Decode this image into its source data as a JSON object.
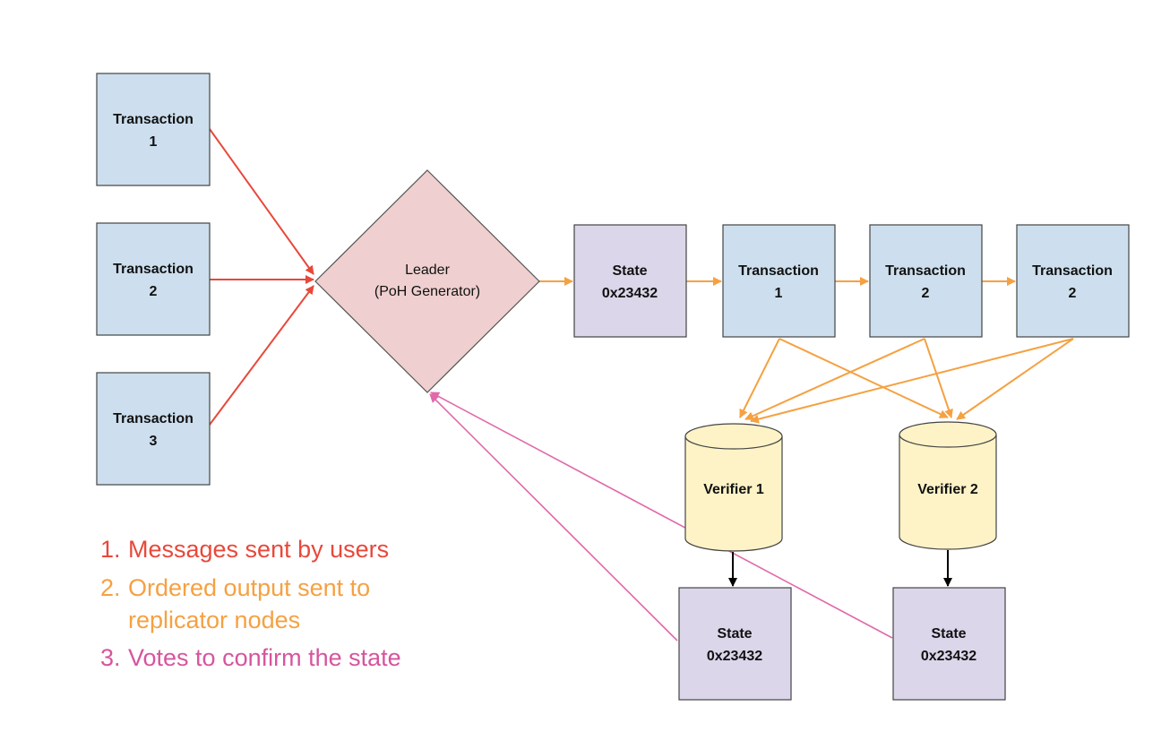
{
  "colors": {
    "transaction_fill": "#cddfee",
    "state_fill": "#dcd6ea",
    "leader_fill": "#efcfcf",
    "verifier_fill": "#fdf3c7",
    "user_arrow": "#e8483a",
    "ordered_arrow": "#f5a142",
    "vote_arrow": "#e06aaa",
    "black_arrow": "#000000"
  },
  "inputs": [
    {
      "line1": "Transaction",
      "line2": "1"
    },
    {
      "line1": "Transaction",
      "line2": "2"
    },
    {
      "line1": "Transaction",
      "line2": "3"
    }
  ],
  "leader": {
    "line1": "Leader",
    "line2": "(PoH Generator)"
  },
  "chain": [
    {
      "line1": "State",
      "line2": "0x23432"
    },
    {
      "line1": "Transaction",
      "line2": "1"
    },
    {
      "line1": "Transaction",
      "line2": "2"
    },
    {
      "line1": "Transaction",
      "line2": "2"
    }
  ],
  "verifiers": [
    {
      "label": "Verifier 1"
    },
    {
      "label": "Verifier 2"
    }
  ],
  "verifier_states": [
    {
      "line1": "State",
      "line2": "0x23432"
    },
    {
      "line1": "State",
      "line2": "0x23432"
    }
  ],
  "legend": [
    {
      "number": "1.",
      "text": "Messages sent by users"
    },
    {
      "number": "2.",
      "text": "Ordered output sent to",
      "text2": "replicator nodes"
    },
    {
      "number": "3.",
      "text": "Votes to confirm the state"
    }
  ]
}
